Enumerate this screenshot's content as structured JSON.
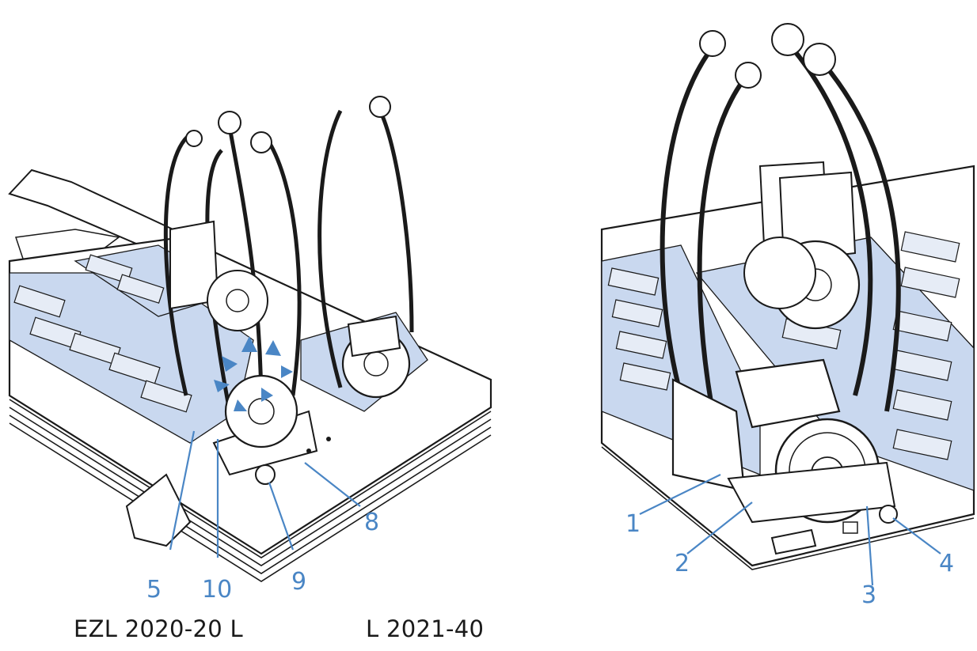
{
  "captions": {
    "left": "EZL 2020-20 L",
    "right": "L 2021-40"
  },
  "callouts": {
    "c5": "5",
    "c10": "10",
    "c9": "9",
    "c8": "8",
    "c1": "1",
    "c2": "2",
    "c3": "3",
    "c4": "4"
  },
  "colors": {
    "callout": "#4a86c5",
    "slot_fill": "#c9d8ef",
    "line": "#1a1a1a"
  }
}
